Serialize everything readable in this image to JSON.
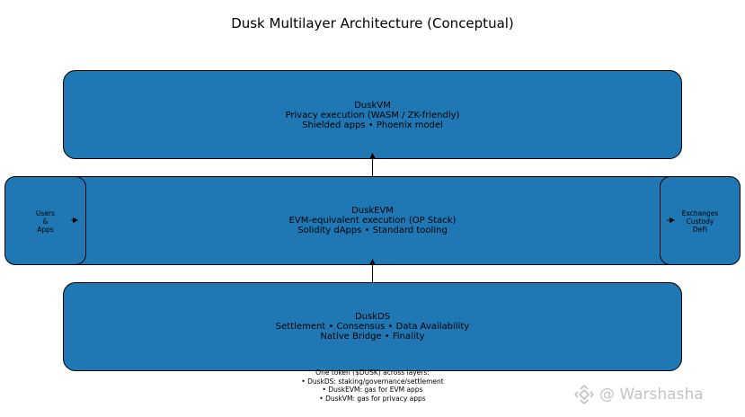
{
  "title": "Dusk Multilayer Architecture (Conceptual)",
  "colors": {
    "layer_fill": "#1f77b4",
    "border": "#000000",
    "watermark": "#c4c4c4"
  },
  "layers": {
    "duskvm": {
      "name": "DuskVM",
      "line1": "Privacy execution (WASM / ZK-friendly)",
      "line2": "Shielded apps • Phoenix model"
    },
    "duskevm": {
      "name": "DuskEVM",
      "line1": "EVM-equivalent execution (OP Stack)",
      "line2": "Solidity dApps • Standard tooling"
    },
    "duskds": {
      "name": "DuskDS",
      "line1": "Settlement • Consensus • Data Availability",
      "line2": "Native Bridge • Finality"
    }
  },
  "left_box": {
    "line1": "Users",
    "line2": "&",
    "line3": "Apps"
  },
  "right_box": {
    "line1": "Exchanges",
    "line2": "Custody",
    "line3": "DeFi"
  },
  "note": {
    "line1": "One token ($DUSK) across layers:",
    "line2": "• DuskDS: staking/governance/settlement",
    "line3": "• DuskEVM: gas for EVM apps",
    "line4": "• DuskVM: gas for privacy apps"
  },
  "watermark": {
    "text": "@ Warshasha",
    "icon": "binance-diamond-icon"
  }
}
